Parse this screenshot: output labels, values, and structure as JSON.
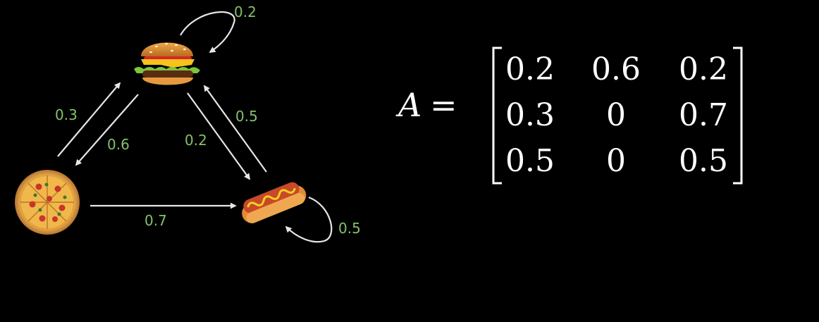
{
  "colors": {
    "background": "#000000",
    "arrow": "#e6e6e6",
    "label": "#83c167",
    "math": "#ffffff"
  },
  "nodes": [
    {
      "id": "burger",
      "icon": "burger-icon"
    },
    {
      "id": "pizza",
      "icon": "pizza-icon"
    },
    {
      "id": "hotdog",
      "icon": "hotdog-icon"
    }
  ],
  "edges": [
    {
      "from": "burger",
      "to": "burger",
      "label": "0.2"
    },
    {
      "from": "pizza",
      "to": "burger",
      "label": "0.3"
    },
    {
      "from": "burger",
      "to": "pizza",
      "label": "0.6"
    },
    {
      "from": "burger",
      "to": "hotdog",
      "label": "0.2"
    },
    {
      "from": "hotdog",
      "to": "burger",
      "label": "0.5"
    },
    {
      "from": "pizza",
      "to": "hotdog",
      "label": "0.7"
    },
    {
      "from": "hotdog",
      "to": "hotdog",
      "label": "0.5"
    }
  ],
  "equation": {
    "variable": "A",
    "operator": "=",
    "matrix": [
      [
        "0.2",
        "0.6",
        "0.2"
      ],
      [
        "0.3",
        "0",
        "0.7"
      ],
      [
        "0.5",
        "0",
        "0.5"
      ]
    ]
  }
}
